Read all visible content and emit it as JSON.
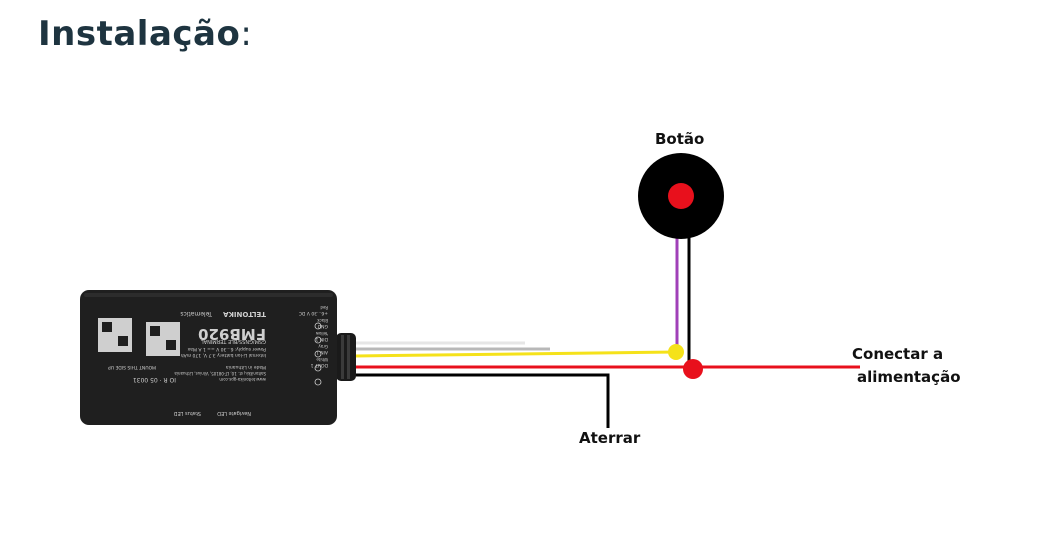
{
  "title": {
    "text": "Instalação",
    "colon": ":"
  },
  "labels": {
    "button": "Botão",
    "power_line1": "Conectar a",
    "power_line2": "alimentação",
    "ground": "Aterrar"
  },
  "device": {
    "brand": "TELTONIKA",
    "brand_suffix": "Telematics",
    "model": "FMB920",
    "model_subtitle": "GSM/GNSS/BLE TERMINAL",
    "power_spec": "Power supply: 6...30 V == 1 A Max",
    "battery_spec": "Internal Li-Ion battery 3.7 V, 170 mAh",
    "made_in": "Made in Lithuania",
    "address": "Saltoniškių st. 10, LT-08105, Vilnius, Lithuania",
    "website": "www.teltonika-gps.com",
    "rating": "IO R · 05 0031",
    "mount": "MOUNT THIS SIDE UP",
    "status_led": "Status LED",
    "navigate_led": "Navigate LED",
    "pins": [
      {
        "color": "Red",
        "name": "+6...30 V DC"
      },
      {
        "color": "Black",
        "name": "GND"
      },
      {
        "color": "Yellow",
        "name": "DIN 1"
      },
      {
        "color": "Gray",
        "name": "AIN 1"
      },
      {
        "color": "White",
        "name": "DOUT 1"
      }
    ]
  },
  "colors": {
    "title": "#1e3440",
    "wire_red": "#e8101c",
    "wire_black": "#000000",
    "wire_yellow": "#f5e21a",
    "wire_purple": "#a040b8",
    "wire_white": "#e6e6e6",
    "wire_gray": "#b8b8b8",
    "button_body": "#000000",
    "button_center": "#e8101c",
    "device_body": "#1f1f1f"
  }
}
